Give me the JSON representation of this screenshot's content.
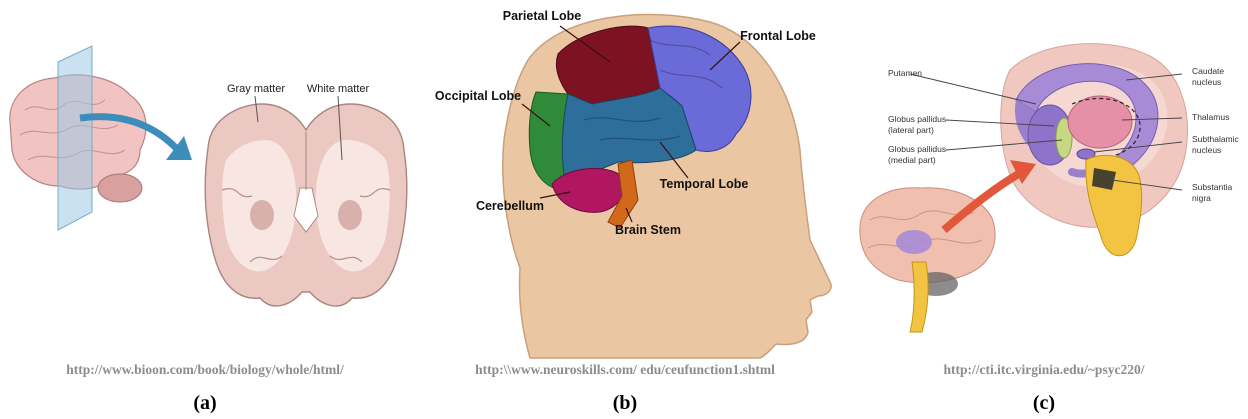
{
  "panels": [
    {
      "caption": "(a)",
      "source": "http://www.bioon.com/book/biology/whole/html/",
      "labels": {
        "gray": "Gray matter",
        "white": "White matter"
      }
    },
    {
      "caption": "(b)",
      "source": "http:\\\\www.neuroskills.com/ edu/ceufunction1.shtml",
      "labels": {
        "parietal": "Parietal Lobe",
        "frontal": "Frontal Lobe",
        "occipital": "Occipital Lobe",
        "temporal": "Temporal Lobe",
        "cerebellum": "Cerebellum",
        "brainstem": "Brain Stem"
      }
    },
    {
      "caption": "(c)",
      "source": "http://cti.itc.virginia.edu/~psyc220/",
      "labels": {
        "putamen": "Putamen",
        "gp_lateral_1": "Globus pallidus",
        "gp_lateral_2": "(lateral part)",
        "gp_medial_1": "Globus pallidus",
        "gp_medial_2": "(medial part)",
        "caudate_1": "Caudate",
        "caudate_2": "nucleus",
        "thalamus": "Thalamus",
        "subthalamic_1": "Subthalamic",
        "subthalamic_2": "nucleus",
        "substantia_1": "Substantia",
        "substantia_2": "nigra"
      }
    }
  ]
}
